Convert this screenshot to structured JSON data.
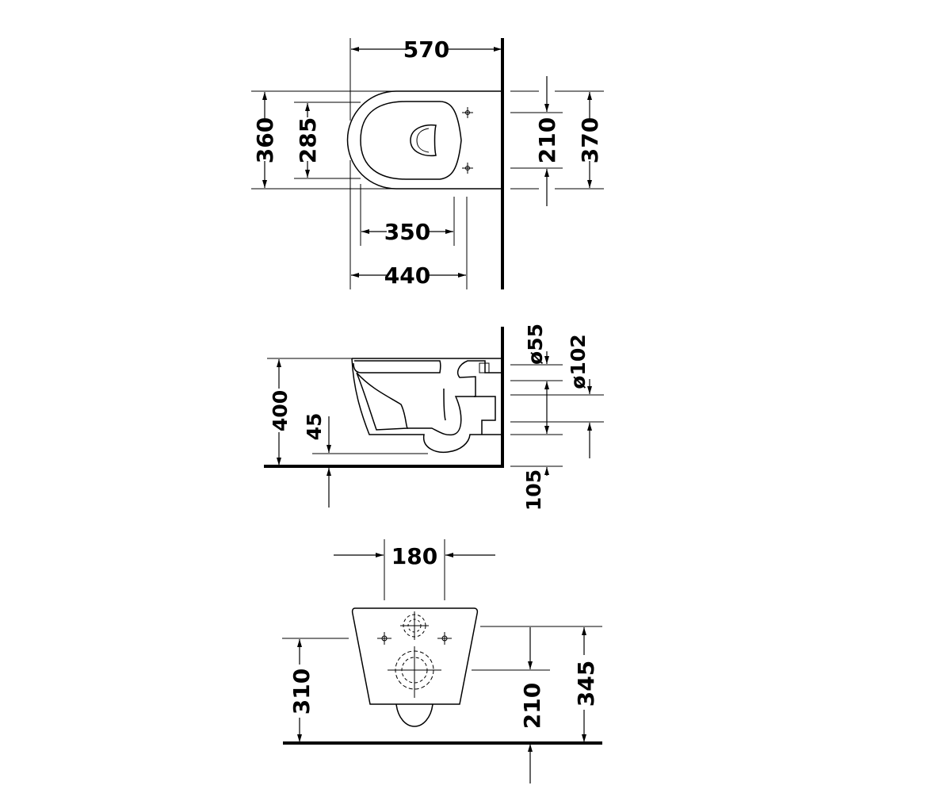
{
  "top_view": {
    "dims": {
      "d570": "570",
      "d360": "360",
      "d285": "285",
      "d350": "350",
      "d440": "440",
      "d210": "210",
      "d370": "370"
    }
  },
  "side_view": {
    "dims": {
      "d400": "400",
      "d45": "45",
      "d55": "ø55",
      "d102": "ø102",
      "d105": "105"
    }
  },
  "rear_view": {
    "dims": {
      "d180": "180",
      "d310": "310",
      "d210": "210",
      "d345": "345"
    }
  }
}
